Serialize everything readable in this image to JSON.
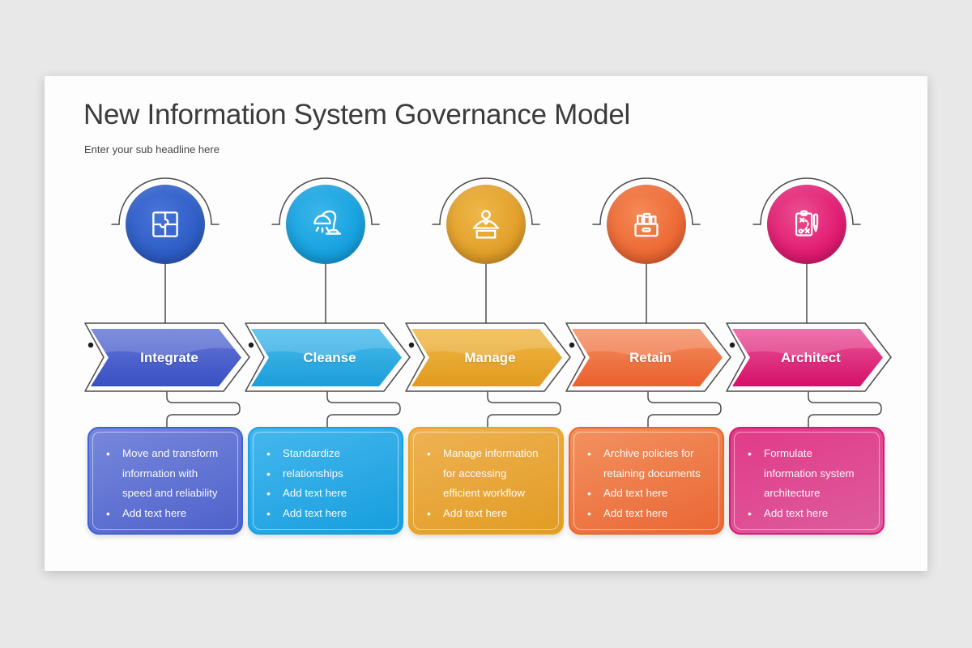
{
  "page": {
    "background": "#e8e8e8",
    "panel_background": "#fdfdfd"
  },
  "header": {
    "title": "New Information System Governance Model",
    "subtitle": "Enter your sub headline here"
  },
  "columns": [
    {
      "label": "Integrate",
      "icon": "puzzle-icon",
      "bullets": [
        "Move and transform information with speed and reliability",
        "Add text here"
      ],
      "colors": {
        "circle_hi": "#4a74d8",
        "circle": "#2e5ec6",
        "circle_lo": "#2450ae",
        "arrow_top": "#6476d6",
        "arrow_bottom": "#3950c3",
        "card_from": "#7888dc",
        "card_to": "#4e61ca",
        "card_border": "#3f62d6"
      }
    },
    {
      "label": "Cleanse",
      "icon": "desk-lamp-icon",
      "bullets": [
        "Standardize",
        "relationships",
        "Add text here",
        "Add text here"
      ],
      "colors": {
        "circle_hi": "#3cb6ea",
        "circle": "#17a2e0",
        "circle_lo": "#0d8cc9",
        "arrow_top": "#4abbec",
        "arrow_bottom": "#1b9ed9",
        "card_from": "#46b7ed",
        "card_to": "#169ede",
        "card_border": "#12a3e6"
      }
    },
    {
      "label": "Manage",
      "icon": "podium-person-icon",
      "bullets": [
        "Manage information for accessing efficient workflow",
        "Add text here"
      ],
      "colors": {
        "circle_hi": "#eeb84a",
        "circle": "#e2a02a",
        "circle_lo": "#c9871b",
        "arrow_top": "#f0b846",
        "arrow_bottom": "#e09a1f",
        "card_from": "#efb254",
        "card_to": "#e29c23",
        "card_border": "#eaa51c"
      }
    },
    {
      "label": "Retain",
      "icon": "archive-box-icon",
      "bullets": [
        "Archive policies for retaining documents",
        "Add text here",
        "Add text here"
      ],
      "colors": {
        "circle_hi": "#f58a58",
        "circle": "#ed6a35",
        "circle_lo": "#d95525",
        "arrow_top": "#f48f63",
        "arrow_bottom": "#eb5f2c",
        "card_from": "#f2925f",
        "card_to": "#ea6635",
        "card_border": "#ee6527"
      }
    },
    {
      "label": "Architect",
      "icon": "strategy-clipboard-icon",
      "bullets": [
        "Formulate information system architecture",
        "Add text here"
      ],
      "colors": {
        "circle_hi": "#ea4f90",
        "circle": "#e21d72",
        "circle_lo": "#c40f5e",
        "arrow_top": "#e9559a",
        "arrow_bottom": "#d61069",
        "card_from": "#e23a88",
        "card_to": "#dd5c9e",
        "card_border": "#d81a70"
      }
    }
  ]
}
